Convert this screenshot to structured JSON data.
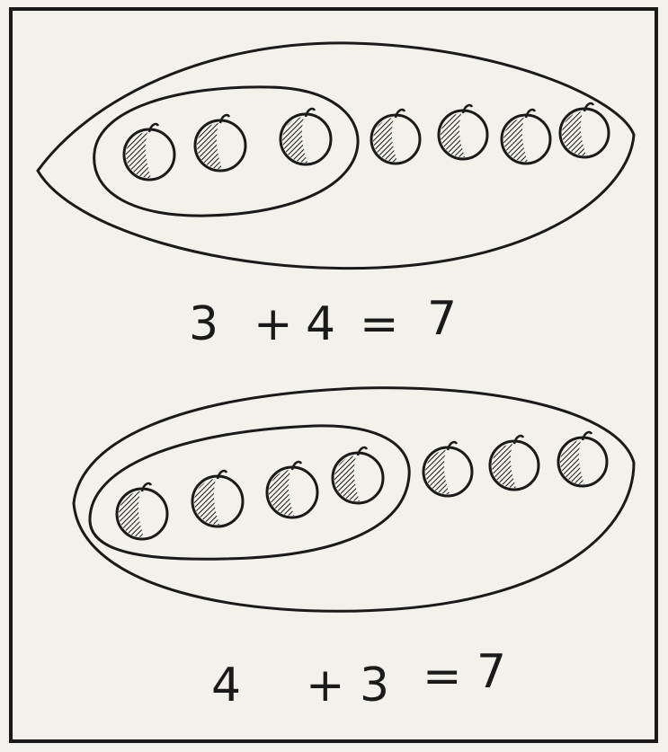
{
  "colors": {
    "paper": "#f3f1ec",
    "ink": "#1a1a1a"
  },
  "panels": [
    {
      "inner_group_count": 3,
      "outer_group_count": 4,
      "equation": {
        "a": "3",
        "op": "+",
        "b": "4",
        "eq": "=",
        "result": "7"
      }
    },
    {
      "inner_group_count": 4,
      "outer_group_count": 3,
      "equation": {
        "a": "4",
        "op": "+",
        "b": "3",
        "eq": "=",
        "result": "7"
      }
    }
  ],
  "icon_names": [
    "apple-icon"
  ]
}
